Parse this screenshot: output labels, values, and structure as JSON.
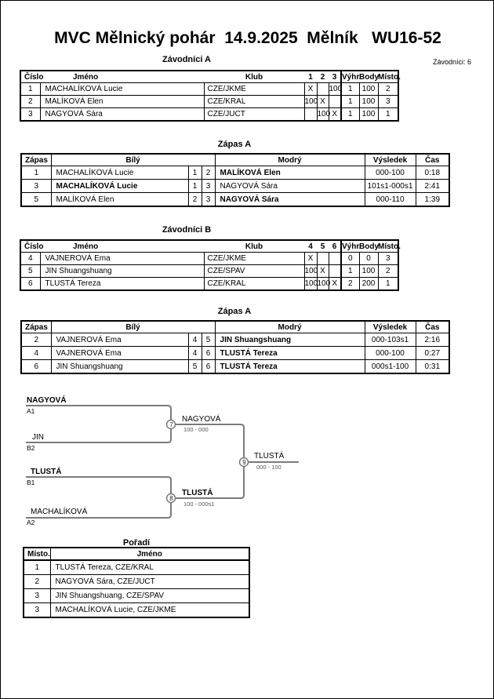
{
  "title": "MVC Mělnický pohár  14.9.2025  Mělník   WU16-52",
  "participants_label": "Závodníci: 6",
  "colors": {
    "table_border": "#000000",
    "bracket_line": "#7b7b7b",
    "bracket_score_text": "#545454"
  },
  "groupA": {
    "heading": "Závodníci A",
    "headers": {
      "cislo": "Číslo",
      "jmeno": "Jméno",
      "klub": "Klub",
      "c1": "1",
      "c2": "2",
      "c3": "3",
      "vyhry": "Výhr.",
      "body": "Body",
      "misto": "Místo."
    },
    "rows": [
      {
        "cislo": "1",
        "jmeno": "MACHALÍKOVÁ Lucie",
        "klub": "CZE/JKME",
        "c1": "X",
        "c2": "",
        "c3": "100",
        "vyhry": "1",
        "body": "100",
        "misto": "2"
      },
      {
        "cislo": "2",
        "jmeno": "MALÍKOVÁ Elen",
        "klub": "CZE/KRAL",
        "c1": "100",
        "c2": "X",
        "c3": "",
        "vyhry": "1",
        "body": "100",
        "misto": "3"
      },
      {
        "cislo": "3",
        "jmeno": "NAGYOVÁ Sára",
        "klub": "CZE/JUCT",
        "c1": "",
        "c2": "100",
        "c3": "X",
        "vyhry": "1",
        "body": "100",
        "misto": "1"
      }
    ]
  },
  "matches1": {
    "heading": "Zápas A",
    "headers": {
      "zapas": "Zápas",
      "bily": "Bílý",
      "modry": "Modrý",
      "vysledek": "Výsledek",
      "cas": "Čas"
    },
    "rows": [
      {
        "zapas": "1",
        "bily": "MACHALÍKOVÁ Lucie",
        "n1": "1",
        "n2": "2",
        "modry": "MALÍKOVÁ Elen",
        "vysledek": "000-100",
        "cas": "0:18",
        "winner": "modry"
      },
      {
        "zapas": "3",
        "bily": "MACHALÍKOVÁ Lucie",
        "n1": "1",
        "n2": "3",
        "modry": "NAGYOVÁ Sára",
        "vysledek": "101s1-000s1",
        "cas": "2:41",
        "winner": "bily"
      },
      {
        "zapas": "5",
        "bily": "MALÍKOVÁ Elen",
        "n1": "2",
        "n2": "3",
        "modry": "NAGYOVÁ Sára",
        "vysledek": "000-110",
        "cas": "1:39",
        "winner": "modry"
      }
    ]
  },
  "groupB": {
    "heading": "Závodníci B",
    "headers": {
      "cislo": "Číslo",
      "jmeno": "Jméno",
      "klub": "Klub",
      "c1": "4",
      "c2": "5",
      "c3": "6",
      "vyhry": "Výhr.",
      "body": "Body",
      "misto": "Místo."
    },
    "rows": [
      {
        "cislo": "4",
        "jmeno": "VAJNEROVÁ Ema",
        "klub": "CZE/JKME",
        "c1": "X",
        "c2": "",
        "c3": "",
        "vyhry": "0",
        "body": "0",
        "misto": "3"
      },
      {
        "cislo": "5",
        "jmeno": "JIN Shuangshuang",
        "klub": "CZE/SPAV",
        "c1": "100",
        "c2": "X",
        "c3": "",
        "vyhry": "1",
        "body": "100",
        "misto": "2"
      },
      {
        "cislo": "6",
        "jmeno": "TLUSTÁ Tereza",
        "klub": "CZE/KRAL",
        "c1": "100",
        "c2": "100",
        "c3": "X",
        "vyhry": "2",
        "body": "200",
        "misto": "1"
      }
    ]
  },
  "matches2": {
    "heading": "Zápas A",
    "headers": {
      "zapas": "Zápas",
      "bily": "Bílý",
      "modry": "Modrý",
      "vysledek": "Výsledek",
      "cas": "Čas"
    },
    "rows": [
      {
        "zapas": "2",
        "bily": "VAJNEROVÁ Ema",
        "n1": "4",
        "n2": "5",
        "modry": "JIN Shuangshuang",
        "vysledek": "000-103s1",
        "cas": "2:16",
        "winner": "modry"
      },
      {
        "zapas": "4",
        "bily": "VAJNEROVÁ Ema",
        "n1": "4",
        "n2": "6",
        "modry": "TLUSTÁ Tereza",
        "vysledek": "000-100",
        "cas": "0:27",
        "winner": "modry"
      },
      {
        "zapas": "6",
        "bily": "JIN Shuangshuang",
        "n1": "5",
        "n2": "6",
        "modry": "TLUSTÁ Tereza",
        "vysledek": "000s1-100",
        "cas": "0:31",
        "winner": "modry"
      }
    ]
  },
  "bracket": {
    "a1": {
      "name": "NAGYOVÁ",
      "seed": "A1"
    },
    "b2": {
      "name": "JIN",
      "seed": "B2"
    },
    "b1": {
      "name": "TLUSTÁ",
      "seed": "B1"
    },
    "a2": {
      "name": "MACHALÍKOVÁ",
      "seed": "A2"
    },
    "m7": {
      "number": "7",
      "winner": "NAGYOVÁ",
      "score": "100 - 000"
    },
    "m8": {
      "number": "8",
      "winner": "TLUSTÁ",
      "score": "100 - 000s1"
    },
    "m9": {
      "number": "9",
      "winner": "TLUSTÁ",
      "score": "000 - 100"
    }
  },
  "standings": {
    "heading": "Pořadí",
    "headers": {
      "misto": "Místo.",
      "jmeno": "Jméno"
    },
    "rows": [
      {
        "misto": "1",
        "jmeno": "TLUSTÁ Tereza, CZE/KRAL"
      },
      {
        "misto": "2",
        "jmeno": "NAGYOVÁ Sára, CZE/JUCT"
      },
      {
        "misto": "3",
        "jmeno": "JIN Shuangshuang, CZE/SPAV"
      },
      {
        "misto": "3",
        "jmeno": "MACHALÍKOVÁ Lucie, CZE/JKME"
      }
    ]
  }
}
